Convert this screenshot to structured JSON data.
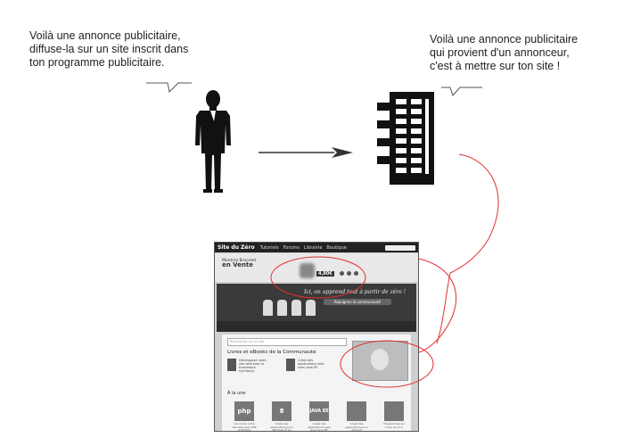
{
  "captions": {
    "publisher_speech": "Voilà une annonce publicitaire,\ndiffuse-la sur un site inscrit dans\nton programme publicitaire.",
    "adserver_speech": "Voilà une annonce publicitaire\nqui provient d'un annonceur,\nc'est à mettre sur ton site !"
  },
  "website": {
    "logo": "Site du Zéro",
    "nav": [
      "Tutoriels",
      "Forums",
      "Librairie",
      "Boutique"
    ],
    "ad_line1": "Montres Bracelet",
    "ad_line2": "en Vente",
    "ad_price": "4,80€",
    "hero_slogan": "Ici, on apprend tout à partir de zéro !",
    "hero_button": "Rejoignez la communauté",
    "search_placeholder": "Rechercher sur le site",
    "books_title": "Livres et eBooks de la Communauté",
    "book1": "Développez votre site web avec le framework Symfony2",
    "book2": "Créez des applications web avec Java EE",
    "section_title": "À la une",
    "tiles": [
      "php",
      "8",
      "JAVA EE",
      "",
      ""
    ],
    "tile_captions": [
      "Concevez votre site web avec PHP et MySQL",
      "Créez des applications pour Windows 8 en HTML5",
      "Créez des applications web avec Java EE",
      "Créez des applications pour Android",
      "Programmez en Linux et en C"
    ]
  },
  "colors": {
    "arrow": "#333333",
    "highlight": "#e03030"
  }
}
